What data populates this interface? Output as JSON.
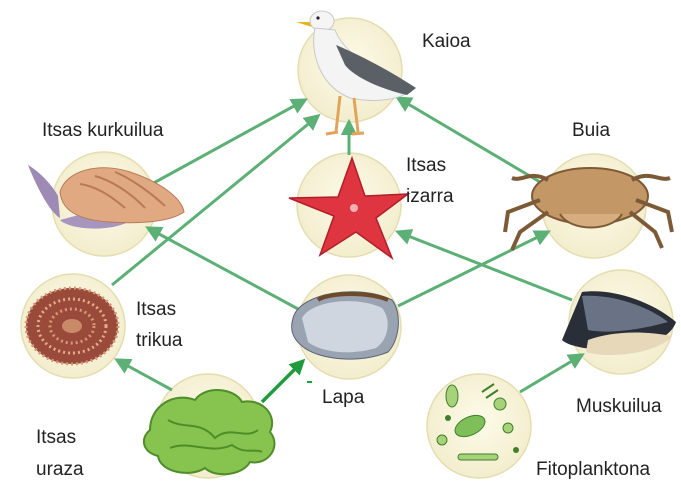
{
  "organisms": {
    "kaioa": {
      "label": "Kaioa",
      "icon": "seagull-icon"
    },
    "kurkuilua": {
      "label": "Itsas kurkuilua",
      "icon": "sea-snail-icon"
    },
    "izarra": {
      "label_line1": "Itsas",
      "label_line2": "izarra",
      "icon": "starfish-icon"
    },
    "buia": {
      "label": "Buia",
      "icon": "crab-icon"
    },
    "trikua": {
      "label_line1": "Itsas",
      "label_line2": "trikua",
      "icon": "sea-urchin-icon"
    },
    "lapa": {
      "label": "Lapa",
      "icon": "limpet-icon"
    },
    "muskuilua": {
      "label": "Muskuilua",
      "icon": "mussel-icon"
    },
    "uraza": {
      "label_line1": "Itsas",
      "label_line2": "uraza",
      "icon": "sea-lettuce-icon"
    },
    "fitoplanktona": {
      "label": "Fitoplanktona",
      "icon": "phytoplankton-icon"
    }
  },
  "colors": {
    "circle_fill": "#f7f3d5",
    "circle_stroke": "#e4ddb0",
    "arrow": "#5cb075",
    "highlight_arrow": "#1f9a3c",
    "text": "#222222"
  }
}
